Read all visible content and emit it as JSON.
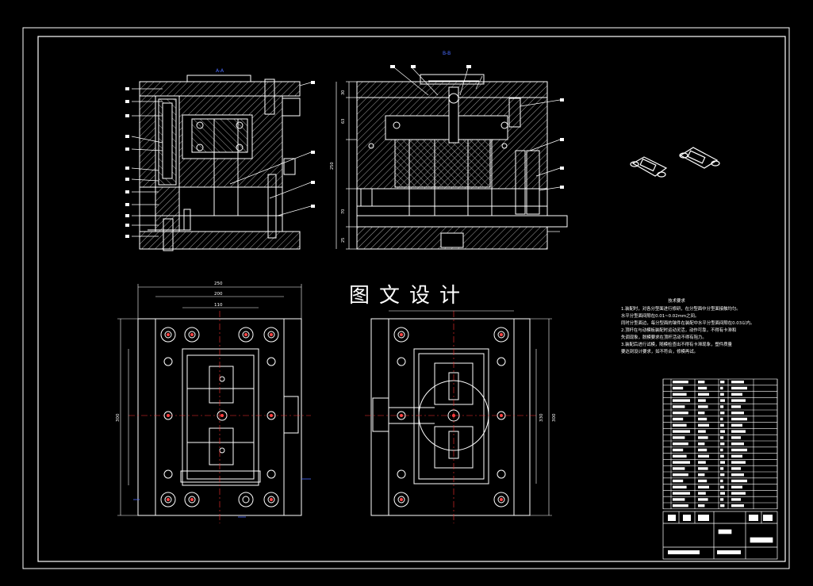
{
  "drawing": {
    "watermark": "图文设计",
    "view_labels": [
      "A-A",
      "B-B"
    ],
    "dims": {
      "top_width": "250",
      "mid_width": "200",
      "inner_width": "110",
      "left_height": "300",
      "right_height_a": "330",
      "right_height_b": "300"
    },
    "side_dims": [
      "30",
      "63",
      "250",
      "70",
      "25"
    ],
    "tech_notes": {
      "heading": "技术要求",
      "lines": [
        "1.装配时，对各分型面进行修研，在分型面中分型面接触均匀。",
        "  水平分型面间隙在0.01~0.02mm之间。",
        "  同时分型面边，每分型面的镶件在装配中水平分型面间隙在0.03以内。",
        "2.顶杆在与动模板装配时运动灵活，动作可靠，不得有卡滞和",
        "  失调现象，脱模要求在顶杆活动不得有阻力。",
        "3.装配后进行试模，随模检查出不得有卡滞现象，塑件质量",
        "  要达到设计要求，如不符合，修模再试。"
      ]
    },
    "colors": {
      "line": "#ffffff",
      "hatch": "#cfcfcf",
      "center": "#ff3030",
      "dim": "#4a6cff",
      "accent": "#ff4444"
    }
  }
}
